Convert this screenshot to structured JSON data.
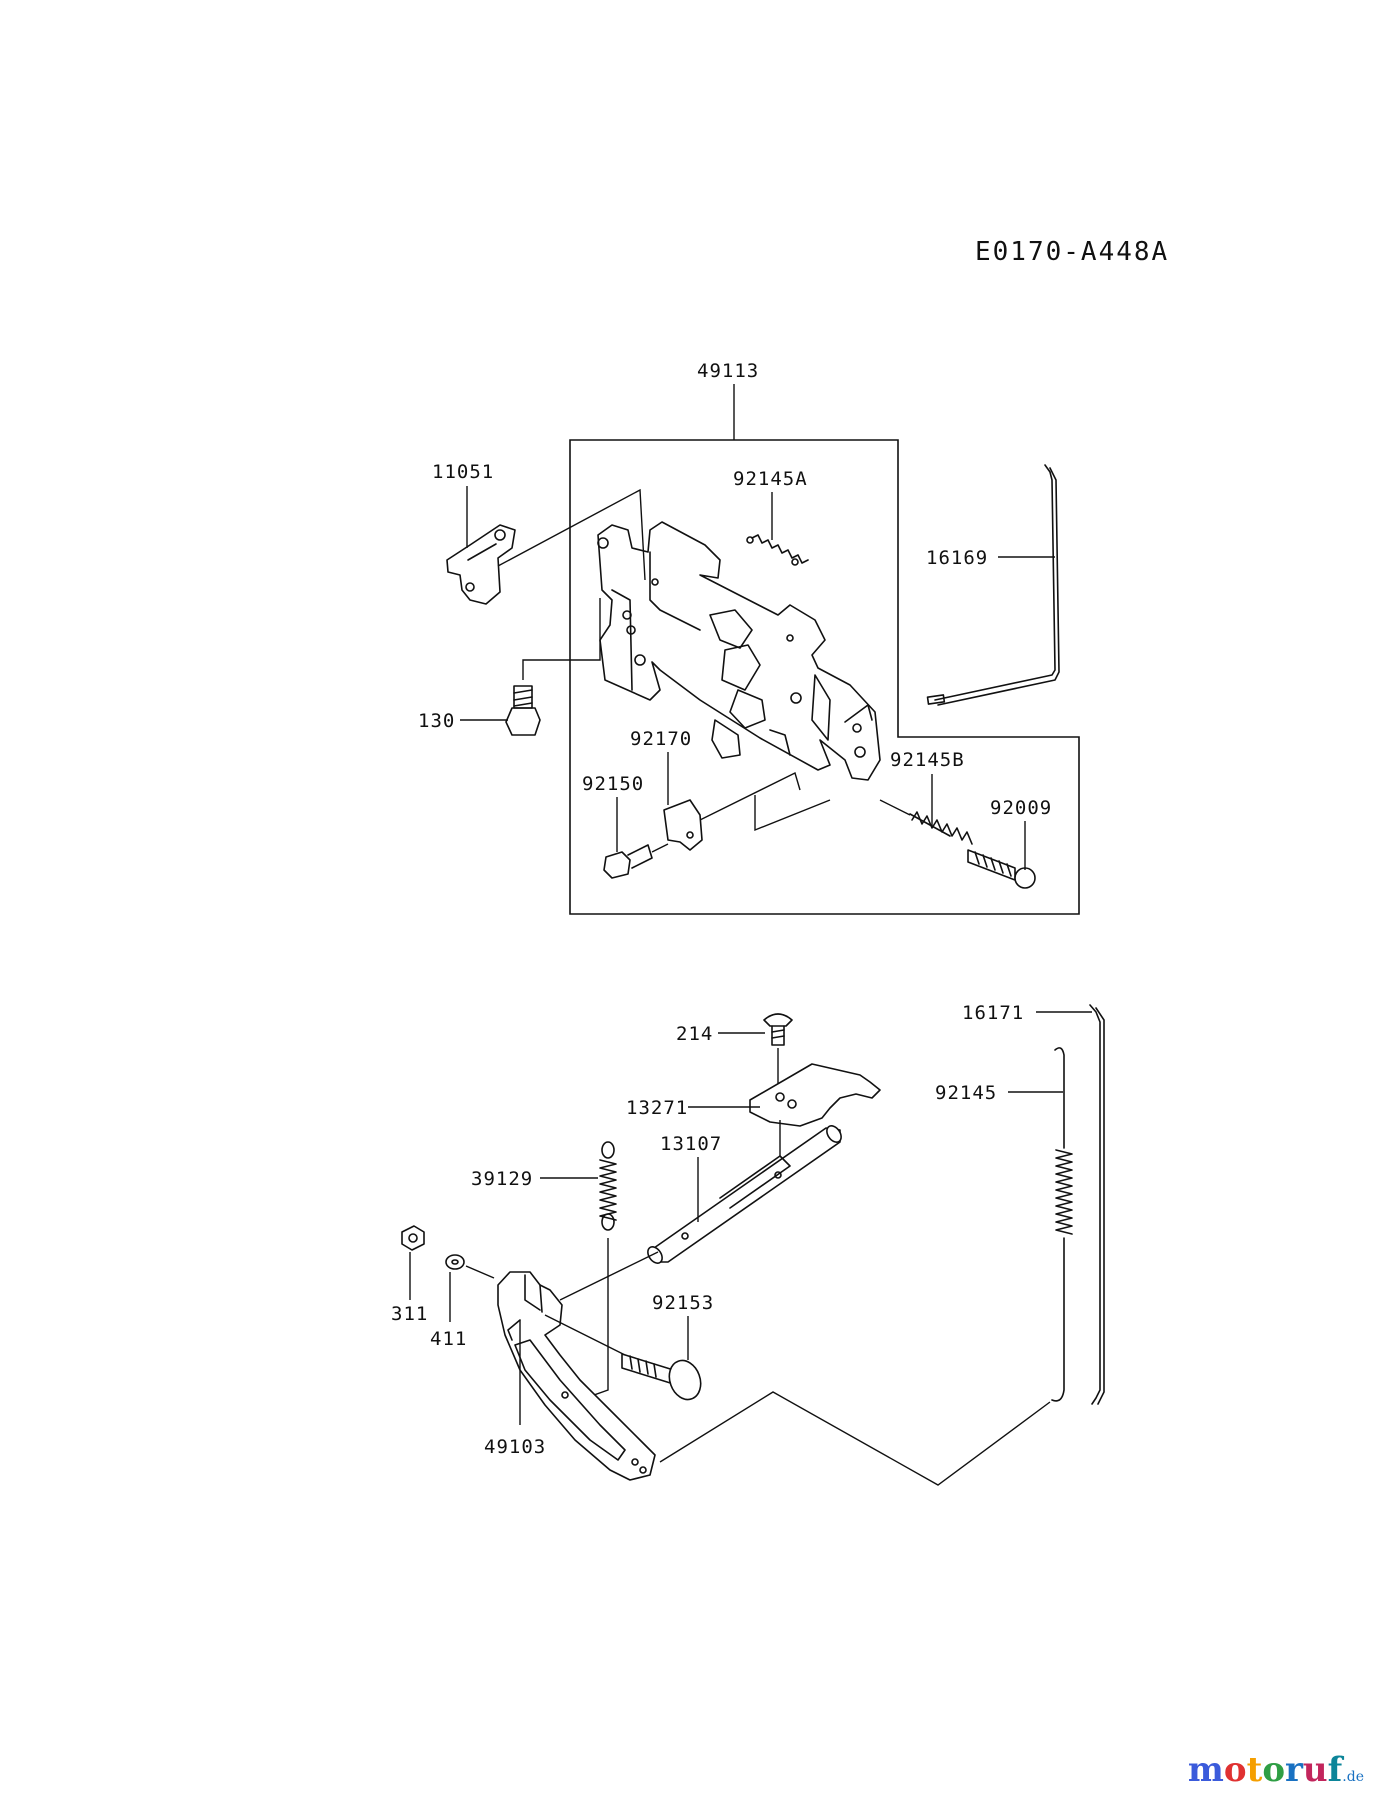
{
  "diagram_code": "E0170-A448A",
  "labels": {
    "p49113": "49113",
    "p11051": "11051",
    "p92145A": "92145A",
    "p16169": "16169",
    "p130": "130",
    "p92170": "92170",
    "p92150": "92150",
    "p92145B": "92145B",
    "p92009": "92009",
    "p214": "214",
    "p16171": "16171",
    "p13271": "13271",
    "p92145": "92145",
    "p13107": "13107",
    "p39129": "39129",
    "p311": "311",
    "p411": "411",
    "p92153": "92153",
    "p49103": "49103"
  },
  "watermark": {
    "brand": "motoruf",
    "suffix": ".de",
    "colors": [
      "#3b5bdb",
      "#e03131",
      "#f59f00",
      "#2f9e44",
      "#1971c2",
      "#c2255c",
      "#0c8599"
    ]
  }
}
